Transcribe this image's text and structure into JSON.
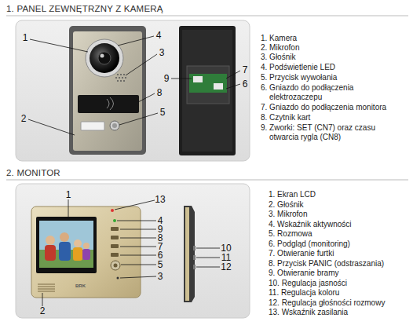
{
  "diagram": {
    "labels": [
      "1. PANEL ZEWNĘTRZNY Z KAMERĄ",
      "1",
      "4",
      "3",
      "2",
      "8",
      "5",
      "9",
      "7",
      "6",
      "1. Kamera",
      "2. Mikrofon",
      "3. Głośnik",
      "4. Podświetlenie LED",
      "5. Przycisk wywołania",
      "6. Gniazdo do podłączenia elektrozaczepu",
      "7. Gniazdo do podłączenia monitora",
      "8. Czytnik kart",
      "9. Zworki: SET (CN7) oraz czasu otwarcia rygla (CN8)",
      "2. MONITOR",
      "1",
      "13",
      "4",
      "9",
      "8",
      "7",
      "6",
      "5",
      "3",
      "2",
      "10",
      "11",
      "12",
      "1. Ekran LCD",
      "2. Głośnik",
      "3. Mikrofon",
      "4. Wskaźnik aktywności",
      "5. Rozmowa",
      "6. Podgląd (monitoring)",
      "7. Otwieranie furtki",
      "8. Przycisk PANIC (odstraszania)",
      "9. Otwieranie bramy",
      "10. Regulacja jasności",
      "11. Regulacja koloru",
      "12. Regulacja głośności rozmowy",
      "13. Wskaźnik zasilania",
      "BRK"
    ]
  }
}
